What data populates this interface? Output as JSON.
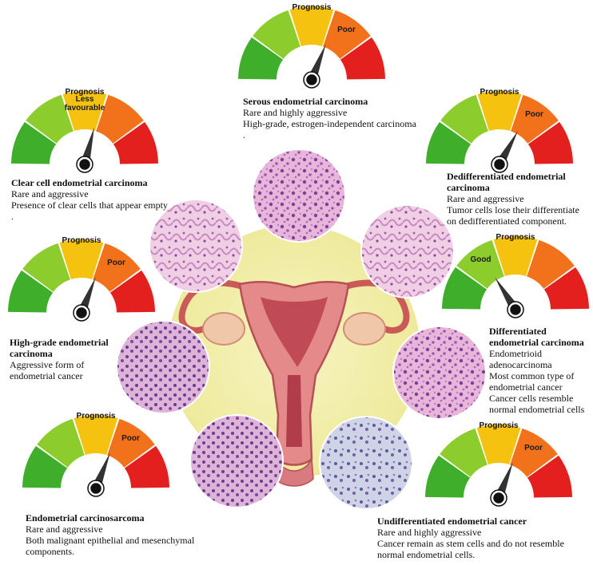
{
  "colors": {
    "green": "#3fae2a",
    "lime": "#8ccc2c",
    "yellow": "#f5c20f",
    "orange": "#f2711b",
    "red": "#e4201e",
    "needle": "#333333",
    "glow": "#f2efb0"
  },
  "gauges": [
    {
      "id": "serous",
      "prognosis_label": "Prognosis",
      "level_label": "Poor",
      "level_fraction": 0.62,
      "title": "Serous endometrial carcinoma",
      "lines": [
        "Rare and highly aggressive",
        "High-grade, estrogen-independent carcinoma",
        "."
      ]
    },
    {
      "id": "clear-cell",
      "prognosis_label": "Prognosis",
      "level_label": "Less favourable",
      "level_fraction": 0.58,
      "title": "Clear cell endometrial carcinoma",
      "lines": [
        "Rare and aggressive",
        "Presence of clear cells that appear empty",
        "."
      ]
    },
    {
      "id": "dedifferentiated",
      "prognosis_label": "Prognosis",
      "level_label": "Poor",
      "level_fraction": 0.66,
      "title": "Dedifferentiated endometrial carcinoma",
      "lines": [
        "Rare and aggressive",
        "Tumor cells lose their differentiate",
        "on dedifferentiated component."
      ]
    },
    {
      "id": "high-grade",
      "prognosis_label": "Prognosis",
      "level_label": "Poor",
      "level_fraction": 0.62,
      "title": "High-grade endometrial carcinoma",
      "lines": [
        "Aggressive form of",
        "endometrial cancer"
      ]
    },
    {
      "id": "differentiated",
      "prognosis_label": "Prognosis",
      "level_label": "Good",
      "level_fraction": 0.32,
      "title": "Differentiated endometrial carcinoma",
      "lines": [
        "Endometrioid",
        "adenocarcinoma",
        "Most common type of",
        "endometrial cancer",
        "Cancer cells resemble",
        "normal endometrial cells"
      ]
    },
    {
      "id": "carcinosarcoma",
      "prognosis_label": "Prognosis",
      "level_label": "Poor",
      "level_fraction": 0.62,
      "title": "Endometrial carcinosarcoma",
      "lines": [
        "Rare and aggressive",
        "Both malignant epithelial and mesenchymal",
        "components."
      ]
    },
    {
      "id": "undifferentiated",
      "prognosis_label": "Prognosis",
      "level_label": "Poor",
      "level_fraction": 0.62,
      "title": "Undifferentiated endometrial cancer",
      "lines": [
        "Rare and highly aggressive",
        "Cancer  remain as stem cells and do not resemble",
        "normal endometrial cells."
      ]
    }
  ]
}
